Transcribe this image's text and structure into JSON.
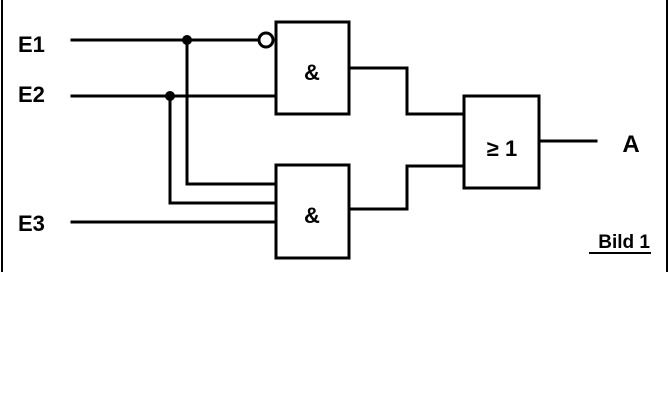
{
  "inputs": {
    "e1": "E1",
    "e2": "E2",
    "e3": "E3"
  },
  "output": {
    "a": "A"
  },
  "gates": {
    "and_top": "&",
    "and_bottom": "&",
    "or": "≥ 1"
  },
  "caption": "Bild 1",
  "colors": {
    "line": "#000000",
    "background": "#ffffff"
  }
}
